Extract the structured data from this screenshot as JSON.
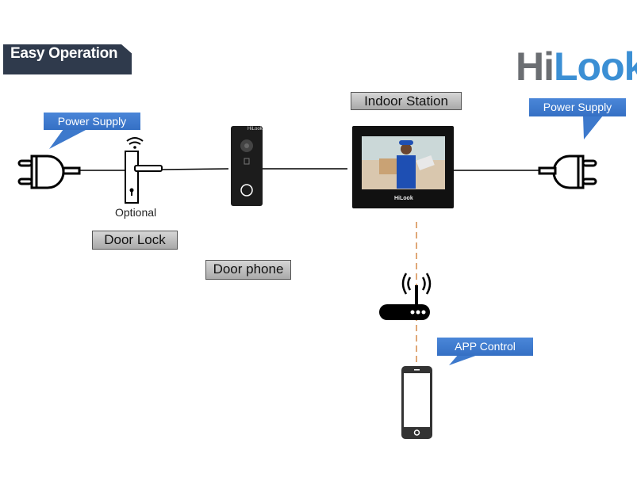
{
  "title": "Easy Operation",
  "logo": {
    "part1": "Hi",
    "part2": "Look"
  },
  "callouts": {
    "power_left": "Power Supply",
    "power_right": "Power Supply",
    "app_control": "APP Control"
  },
  "labels": {
    "optional": "Optional",
    "door_lock": "Door Lock",
    "door_phone": "Door phone",
    "indoor_station": "Indoor Station",
    "device_brand": "HiLook"
  },
  "colors": {
    "title_bg": "#2f3a4c",
    "callout_bg": "#3d79cc",
    "logo_gray": "#6b6e72",
    "logo_blue": "#3b8fd4",
    "wireless_line": "#e0a878"
  }
}
